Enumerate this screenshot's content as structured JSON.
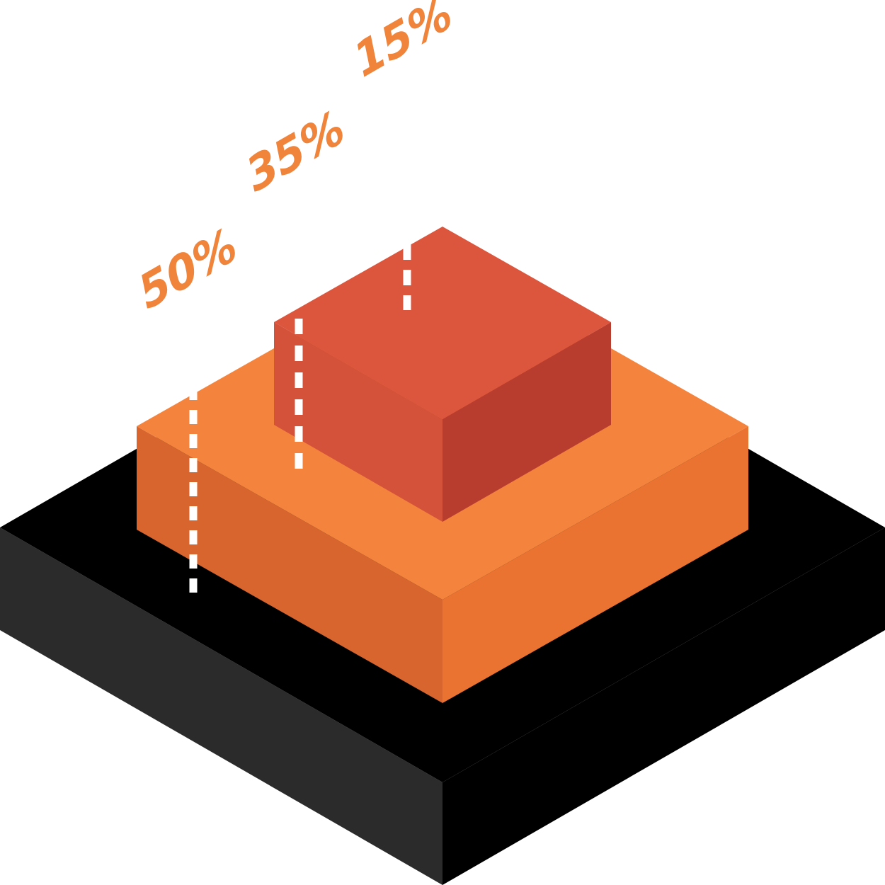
{
  "chart_data": {
    "type": "isometric-stacked-pyramid",
    "title": "",
    "unit": "%",
    "tiers": [
      {
        "label": "50%",
        "value": 50,
        "level": "bottom",
        "color_top": "#000000",
        "color_left": "#2b2b2b",
        "color_right": "#000000"
      },
      {
        "label": "35%",
        "value": 35,
        "level": "middle",
        "color_top": "#f4843d",
        "color_left": "#d8652e",
        "color_right": "#ea7331"
      },
      {
        "label": "15%",
        "value": 15,
        "level": "top",
        "color_top": "#dc553d",
        "color_left": "#d35239",
        "color_right": "#b93d2e"
      }
    ],
    "label_color": "#f0843b",
    "marker_color": "#ffffff",
    "legend": "none",
    "grid": false
  }
}
